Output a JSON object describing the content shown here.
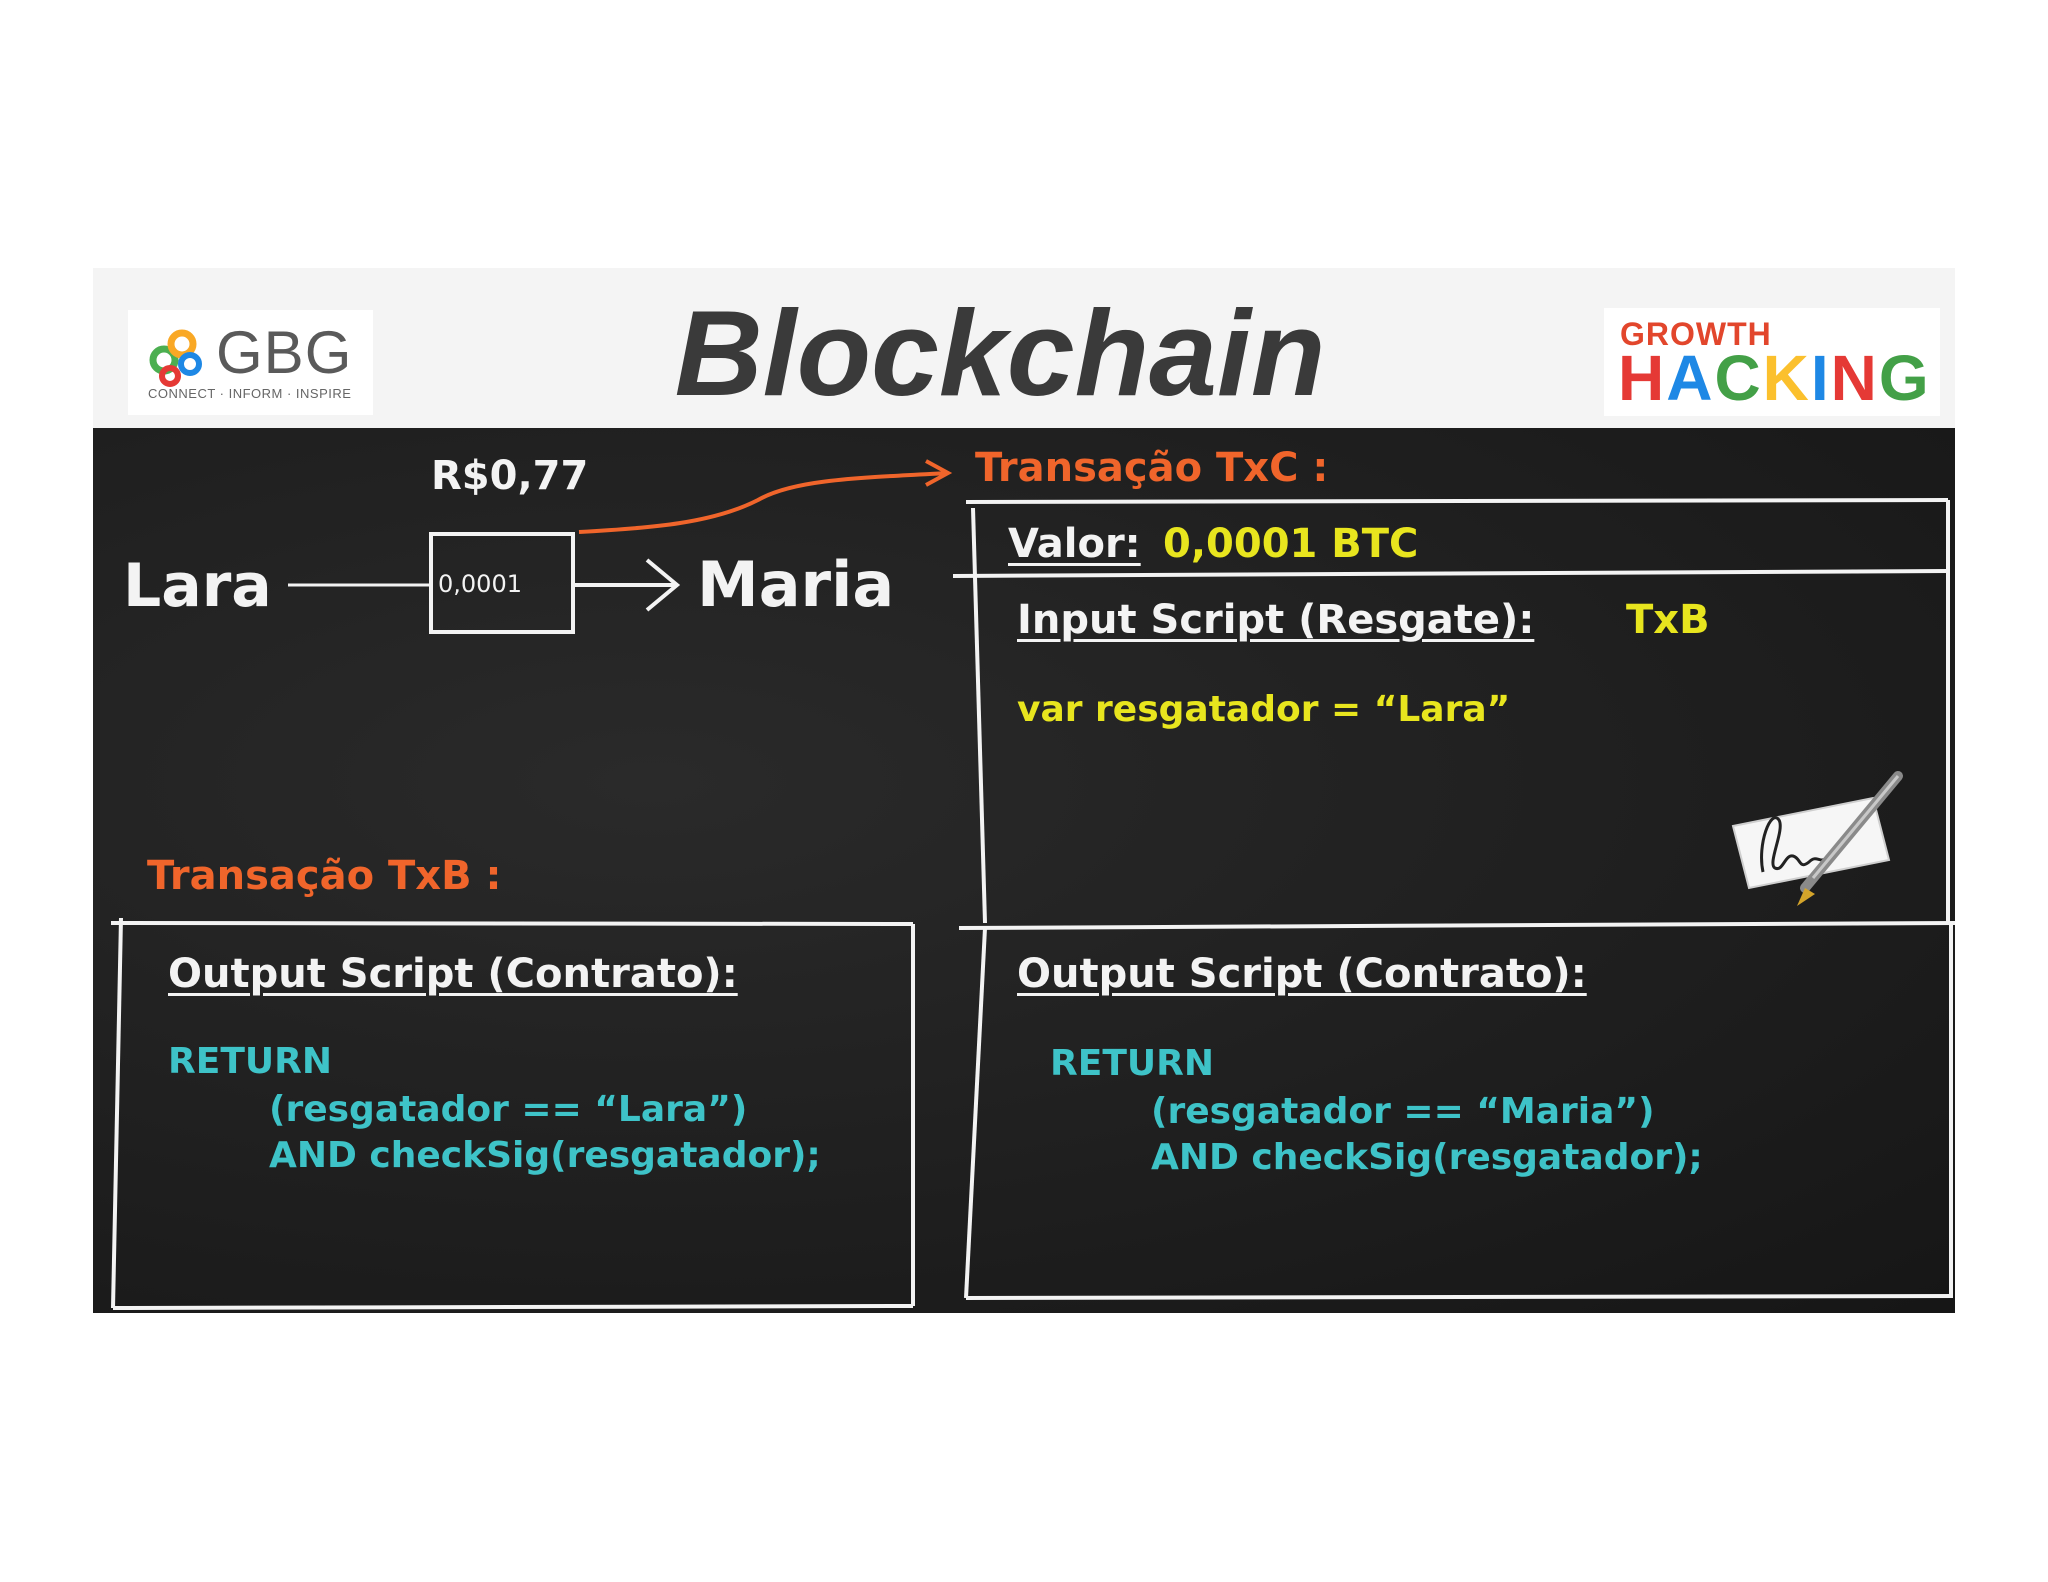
{
  "header": {
    "title": "Blockchain",
    "left_logo": {
      "name": "GBG",
      "tagline": "CONNECT · INFORM · INSPIRE",
      "icon": "gbg-rings-logo",
      "colors": [
        "#4caf50",
        "#f9a825",
        "#1e88e5",
        "#e53935"
      ]
    },
    "right_logo": {
      "line1": "GROWTH",
      "line2_letters": [
        "H",
        "A",
        "C",
        "K",
        "I",
        "N",
        "G"
      ],
      "line2_colors": [
        "#e53935",
        "#1e88e5",
        "#43a047",
        "#fbc02d",
        "#1e88e5",
        "#e53935",
        "#43a047"
      ]
    }
  },
  "board": {
    "price_label": "R$0,77",
    "sender": "Lara",
    "receiver": "Maria",
    "box_value": "0,0001",
    "txc": {
      "title": "Transação TxC :",
      "valor_label": "Valor:",
      "valor_value": "0,0001 BTC",
      "input_label": "Input Script (Resgate):",
      "input_ref": "TxB",
      "var_line": "var resgatador = “Lara”",
      "signature_icon": "signature-pen-icon",
      "output_label": "Output Script (Contrato):",
      "return_kw": "RETURN",
      "line1": "(resgatador == “Maria”)",
      "line2": "AND checkSig(resgatador);"
    },
    "txb": {
      "title": "Transação TxB :",
      "output_label": "Output Script (Contrato):",
      "return_kw": "RETURN",
      "line1": "(resgatador == “Lara”)",
      "line2": "AND checkSig(resgatador);"
    },
    "colors": {
      "chalk_white": "#f3f3f3",
      "orange": "#f0652b",
      "yellow": "#e8e51e",
      "cyan": "#3ec3c8"
    }
  }
}
